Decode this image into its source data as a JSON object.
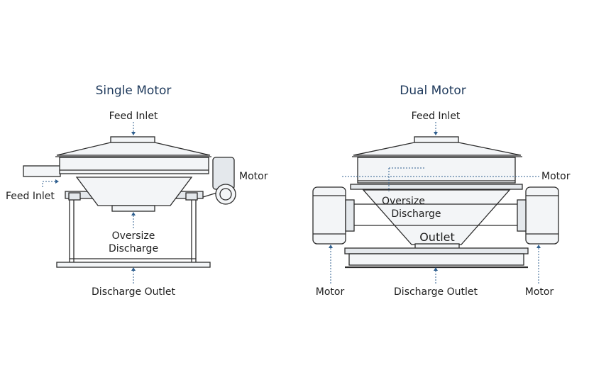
{
  "single": {
    "title": "Single Motor",
    "feed_inlet_top": "Feed Inlet",
    "feed_inlet_side": "Feed Inlet",
    "motor": "Motor",
    "oversize_discharge": "Oversize\nDischarge",
    "discharge_outlet": "Discharge Outlet"
  },
  "dual": {
    "title": "Dual Motor",
    "feed_inlet_top": "Feed Inlet",
    "motor_right": "Motor",
    "oversize_discharge": "Oversize\n   Discharge",
    "outlet": "Outlet",
    "motor_bottom_left": "Motor",
    "discharge_outlet": "Discharge Outlet",
    "motor_bottom_right": "Motor"
  },
  "colors": {
    "title": "#1f3a5c",
    "leader": "#2f5f8f",
    "line": "#2b2b2b"
  }
}
